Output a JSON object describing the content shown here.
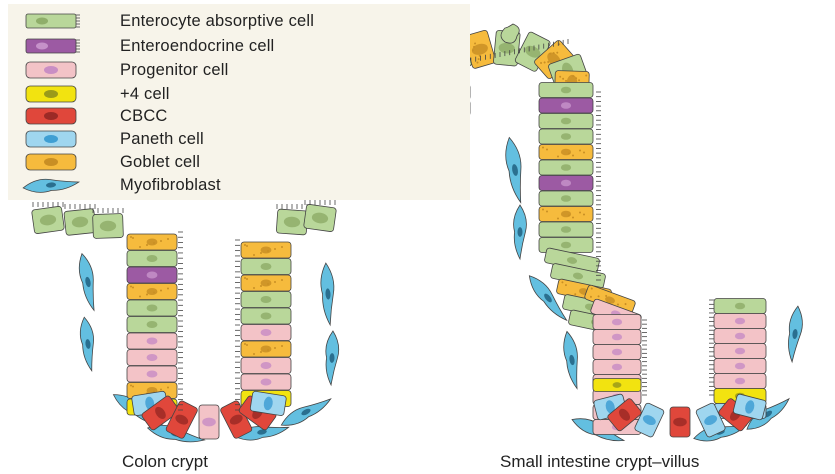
{
  "legend": {
    "items": [
      {
        "label": "Enterocyte absorptive cell",
        "type": "enterocyte",
        "color": "#b9d79a",
        "nucleus": "#8fae6a"
      },
      {
        "label": "Enteroendocrine cell",
        "type": "enteroendocrine",
        "color": "#9c5aa3",
        "nucleus": "#c591c9"
      },
      {
        "label": "Progenitor cell",
        "type": "progenitor",
        "color": "#f3c3c7",
        "nucleus": "#c98ec4"
      },
      {
        "label": "+4 cell",
        "type": "plus4",
        "color": "#f2e310",
        "nucleus": "#9a9a1a"
      },
      {
        "label": "CBCC",
        "type": "cbcc",
        "color": "#e0473b",
        "nucleus": "#9c2a26"
      },
      {
        "label": "Paneth cell",
        "type": "paneth",
        "color": "#9fd6ef",
        "nucleus": "#3f9fd3"
      },
      {
        "label": "Goblet cell",
        "type": "goblet",
        "color": "#f6bb3d",
        "nucleus": "#c98f24"
      },
      {
        "label": "Myofibroblast",
        "type": "myofibroblast",
        "color": "#63bfe0",
        "nucleus": "#2a6f8f"
      }
    ]
  },
  "captions": {
    "colon": "Colon crypt",
    "small_intestine": "Small intestine crypt–villus"
  },
  "colors": {
    "legend_background": "#f7f4ea",
    "outline": "#444444",
    "text": "#222222"
  }
}
